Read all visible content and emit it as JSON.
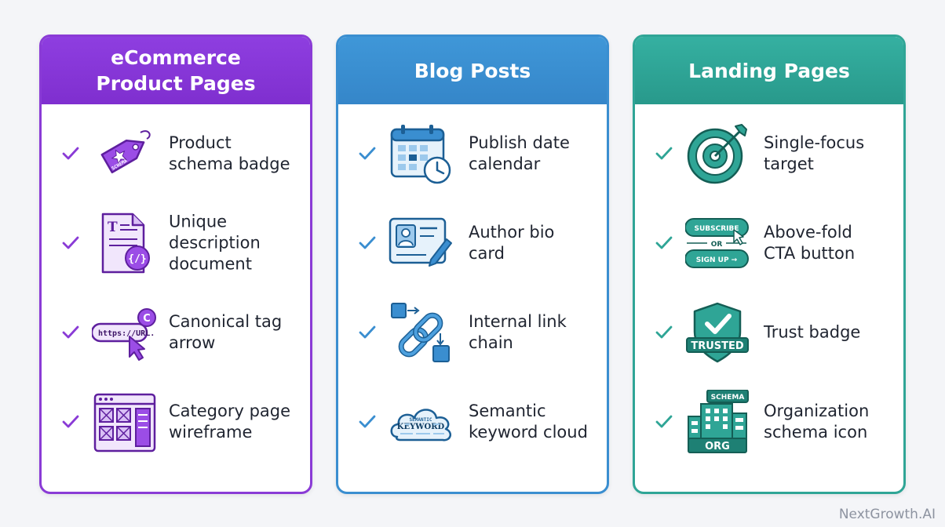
{
  "columns": [
    {
      "title": "eCommerce\nProduct Pages",
      "color": "#8a3bd6",
      "items": [
        {
          "label": "Product\nschema badge",
          "icon": "tag-star-icon",
          "icon_text": "SCHEMA"
        },
        {
          "label": "Unique\ndescription\ndocument",
          "icon": "document-code-icon",
          "icon_text": "T"
        },
        {
          "label": "Canonical tag\narrow",
          "icon": "url-cursor-icon",
          "icon_text": "https://URL.",
          "icon_badge": "C"
        },
        {
          "label": "Category page\nwireframe",
          "icon": "wireframe-icon"
        }
      ]
    },
    {
      "title": "Blog Posts",
      "color": "#3a8ed0",
      "items": [
        {
          "label": "Publish date\ncalendar",
          "icon": "calendar-clock-icon"
        },
        {
          "label": "Author bio\ncard",
          "icon": "author-card-icon"
        },
        {
          "label": "Internal link\nchain",
          "icon": "link-chain-icon"
        },
        {
          "label": "Semantic\nkeyword cloud",
          "icon": "keyword-cloud-icon",
          "icon_text": "SEMANTIC",
          "icon_text_2": "KEYWORD"
        }
      ]
    },
    {
      "title": "Landing Pages",
      "color": "#2fa596",
      "items": [
        {
          "label": "Single-focus\ntarget",
          "icon": "target-icon"
        },
        {
          "label": "Above-fold\nCTA button",
          "icon": "cta-buttons-icon",
          "icon_text": "SUBSCRIBE",
          "icon_text_2": "OR",
          "icon_text_3": "SIGN UP →"
        },
        {
          "label": "Trust badge",
          "icon": "shield-check-icon",
          "icon_text": "TRUSTED"
        },
        {
          "label": "Organization\nschema icon",
          "icon": "building-icon",
          "icon_text": "SCHEMA",
          "icon_text_2": "ORG"
        }
      ]
    }
  ],
  "watermark": "NextGrowth.AI"
}
